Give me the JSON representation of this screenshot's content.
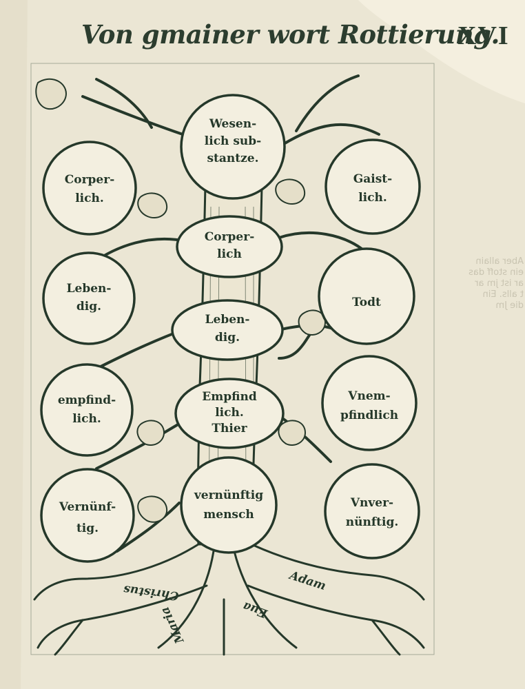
{
  "page": {
    "title": "Von gmainer wort Rottierung.",
    "folio": "XVI",
    "colors": {
      "paper": "#ebe6d4",
      "ink": "#25382a",
      "node_fill": "#f3efe0"
    }
  },
  "tree": {
    "trunk_nodes": [
      {
        "id": "substance",
        "lines": [
          "Wesen-",
          "lich sub-",
          "stantze."
        ]
      },
      {
        "id": "body",
        "lines": [
          "Corper-",
          "lich"
        ]
      },
      {
        "id": "living",
        "lines": [
          "Leben-",
          "dig."
        ]
      },
      {
        "id": "sensible",
        "lines": [
          "Empfind",
          "lich.",
          "Thier"
        ]
      },
      {
        "id": "rational",
        "lines": [
          "vernünftig",
          "mensch"
        ]
      }
    ],
    "left_branches": [
      {
        "id": "corporeal",
        "lines": [
          "Corper-",
          "lich."
        ]
      },
      {
        "id": "living-left",
        "lines": [
          "Leben-",
          "dig."
        ]
      },
      {
        "id": "sensible-left",
        "lines": [
          "empfind-",
          "lich."
        ]
      },
      {
        "id": "rational-left",
        "lines": [
          "Vernünf-",
          "tig."
        ]
      }
    ],
    "right_branches": [
      {
        "id": "spiritual",
        "lines": [
          "Gaist-",
          "lich."
        ]
      },
      {
        "id": "dead",
        "lines": [
          "Todt"
        ]
      },
      {
        "id": "insensible",
        "lines": [
          "Vnem-",
          "pfindlich"
        ]
      },
      {
        "id": "irrational",
        "lines": [
          "Vnver-",
          "nünftig."
        ]
      }
    ],
    "roots": [
      "Christus",
      "Adam",
      "Eua",
      "Maria"
    ]
  },
  "bleed_through": "Aber allain\nein stoff das\nar ist jm ar\nt alls. Ein\ndie Jm"
}
